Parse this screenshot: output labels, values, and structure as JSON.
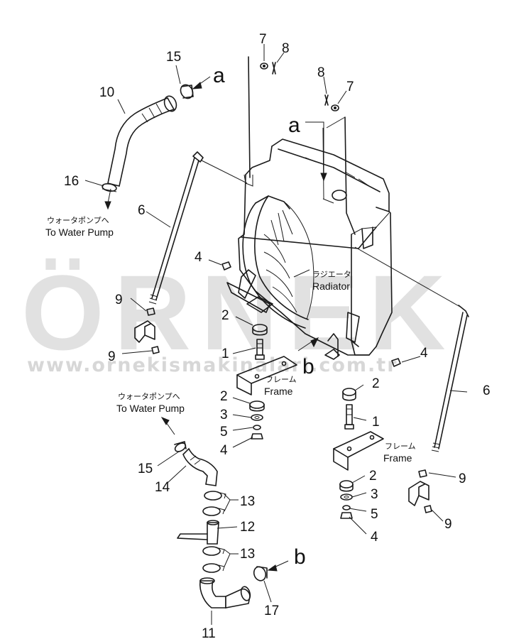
{
  "watermark": {
    "brand": "ÖRNEK",
    "url": "www.ornekismakinalari.com.tr",
    "accent_color": "#f2b21b"
  },
  "labels": {
    "radiator_jp": "ラジエータ",
    "radiator_en": "Radiator",
    "frame_jp": "フレーム",
    "frame_en": "Frame",
    "water_pump_jp": "ウォータポンプへ",
    "water_pump_en": "To Water Pump"
  },
  "letters": {
    "a": "a",
    "b": "b"
  },
  "part_numbers": {
    "p1": "1",
    "p2": "2",
    "p3": "3",
    "p4": "4",
    "p5": "5",
    "p6": "6",
    "p7": "7",
    "p8": "8",
    "p9": "9",
    "p10": "10",
    "p11": "11",
    "p12": "12",
    "p13": "13",
    "p14": "14",
    "p15": "15",
    "p16": "16",
    "p17": "17"
  }
}
